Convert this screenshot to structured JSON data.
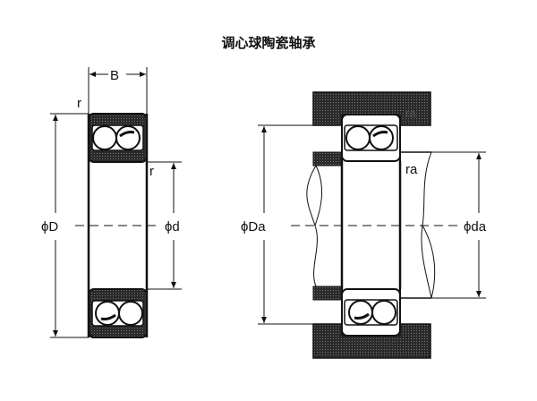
{
  "title": "调心球陶瓷轴承",
  "left_view": {
    "width_label": "B",
    "chamfer_label_top": "r",
    "chamfer_label_side": "r",
    "outer_diameter_label": "ϕD",
    "bore_label": "ϕd"
  },
  "right_view": {
    "housing_fillet_label": "ra",
    "shaft_fillet_label": "ra",
    "housing_diameter_label": "ϕDa",
    "shaft_diameter_label": "ϕda"
  },
  "colors": {
    "line": "#111111",
    "hatch": "#3a3a3a"
  }
}
